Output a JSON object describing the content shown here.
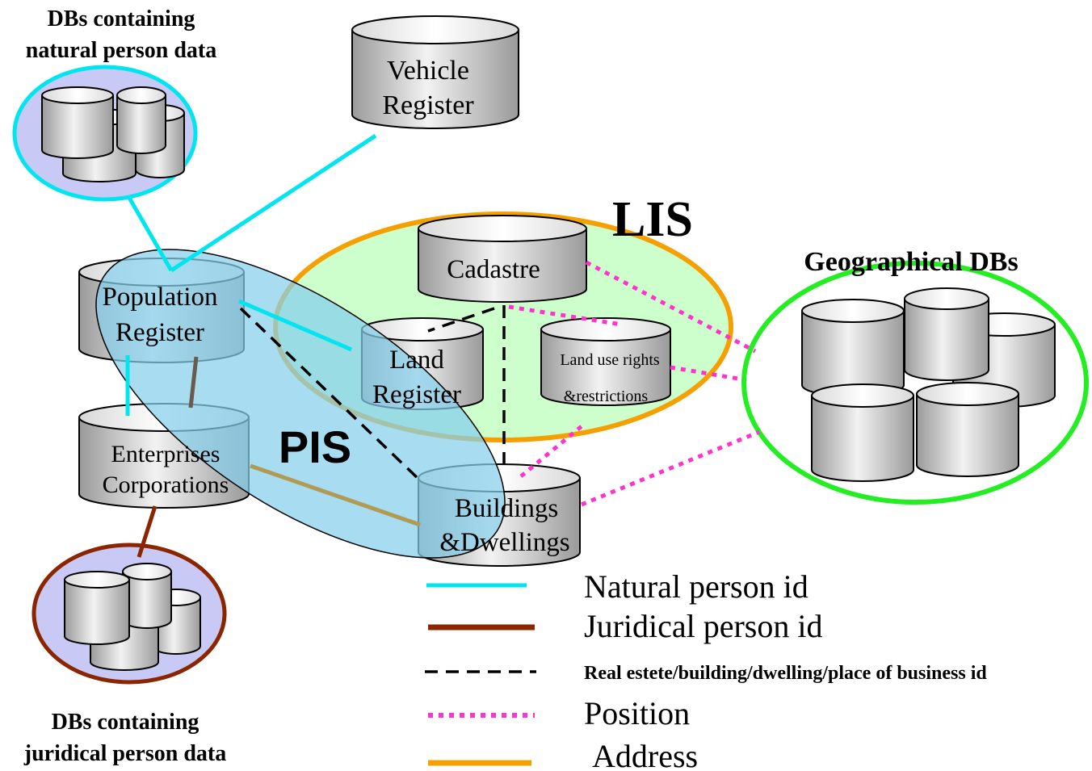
{
  "groups": {
    "natural_caption_1": "DBs containing",
    "natural_caption_2": "natural person data",
    "juridical_caption_1": "DBs containing",
    "juridical_caption_2": "juridical person data",
    "lis": "LIS",
    "pis": "PIS",
    "geo": "Geographical DBs"
  },
  "databases": {
    "vehicle_1": "Vehicle",
    "vehicle_2": "Register",
    "population_1": "Population",
    "population_2": "Register",
    "enterprises_1": "Enterprises",
    "enterprises_2": "Corporations",
    "cadastre": "Cadastre",
    "land_1": "Land",
    "land_2": "Register",
    "landuse_1": "Land use rights",
    "landuse_2": "&restrictions",
    "buildings_1": "Buildings",
    "buildings_2": "&Dwellings"
  },
  "legend": {
    "natural": "Natural person id",
    "juridical": "Juridical person id",
    "realestate": "Real estete/building/dwelling/place of business id",
    "position": "Position",
    "address": "Address"
  },
  "colors": {
    "natural": "#00e5ee",
    "juridical": "#8b2500",
    "realestate": "#000000",
    "position": "#ff33cc",
    "address": "#f5a000",
    "lis_fill": "#ccffcc",
    "pis_fill": "#87ceeb",
    "geo_ring": "#22ee22"
  }
}
